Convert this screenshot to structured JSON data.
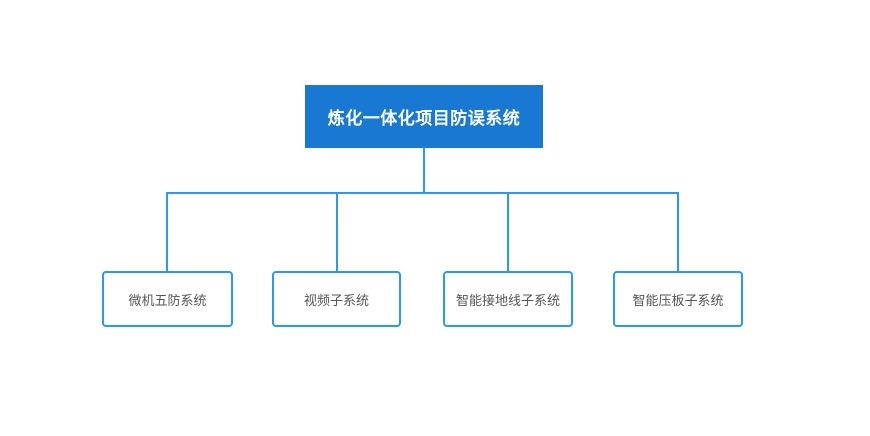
{
  "diagram": {
    "type": "org-chart",
    "root": {
      "label": "炼化一体化项目防误系统"
    },
    "children": [
      {
        "label": "微机五防系统"
      },
      {
        "label": "视频子系统"
      },
      {
        "label": "智能接地线子系统"
      },
      {
        "label": "智能压板子系统"
      }
    ],
    "colors": {
      "root_fill": "#1878d2",
      "root_text": "#ffffff",
      "connector": "#2e96f3",
      "child_border": "#2e96f3",
      "child_text": "#555555",
      "background": "#ffffff"
    }
  }
}
